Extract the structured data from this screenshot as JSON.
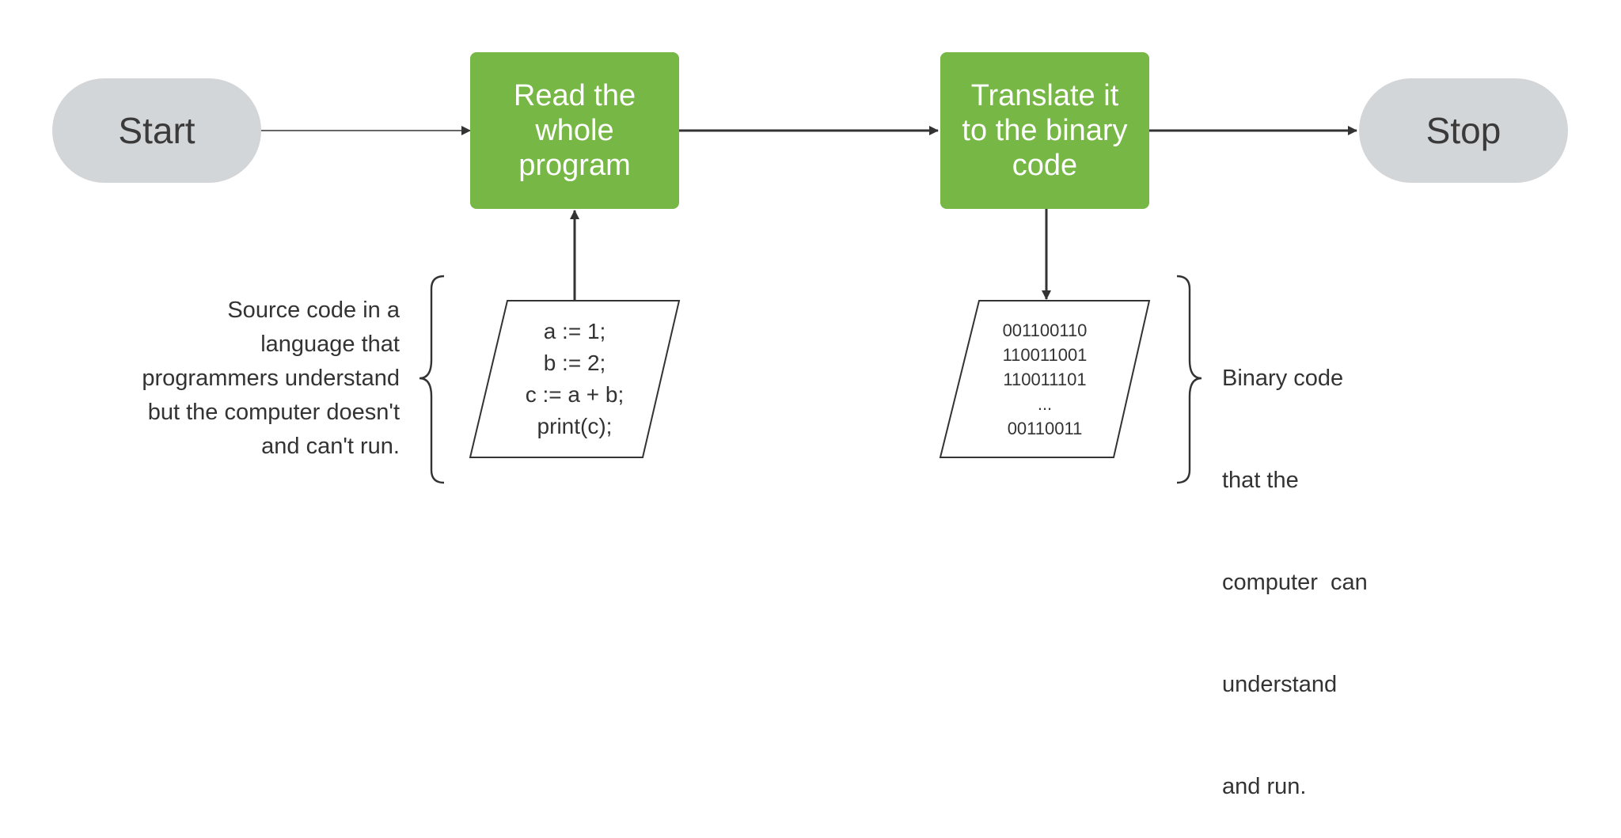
{
  "colors": {
    "terminal_fill": "#d3d6d9",
    "process_fill": "#76b746",
    "line": "#333333",
    "text": "#333333"
  },
  "nodes": {
    "start": {
      "label": "Start",
      "shape": "terminal"
    },
    "read": {
      "label": "Read the\nwhole\nprogram",
      "shape": "process"
    },
    "translate": {
      "label": "Translate it\nto the binary\ncode",
      "shape": "process"
    },
    "stop": {
      "label": "Stop",
      "shape": "terminal"
    },
    "source_io": {
      "shape": "parallelogram",
      "lines": [
        "a := 1;",
        "b := 2;",
        "c := a + b;",
        "print(c);"
      ]
    },
    "binary_io": {
      "shape": "parallelogram",
      "lines": [
        "001100110",
        "110011001",
        "110011101",
        "...",
        "00110011"
      ]
    }
  },
  "notes": {
    "source": [
      "Source code in a",
      "language that",
      "programmers understand",
      "but the computer doesn't",
      "and can't run."
    ],
    "binary": [
      "Binary code",
      "that the",
      "computer  can",
      "understand",
      "and run."
    ]
  },
  "edges": [
    {
      "from": "start",
      "to": "read"
    },
    {
      "from": "read",
      "to": "translate"
    },
    {
      "from": "translate",
      "to": "stop"
    },
    {
      "from": "source_io",
      "to": "read"
    },
    {
      "from": "translate",
      "to": "binary_io"
    }
  ]
}
